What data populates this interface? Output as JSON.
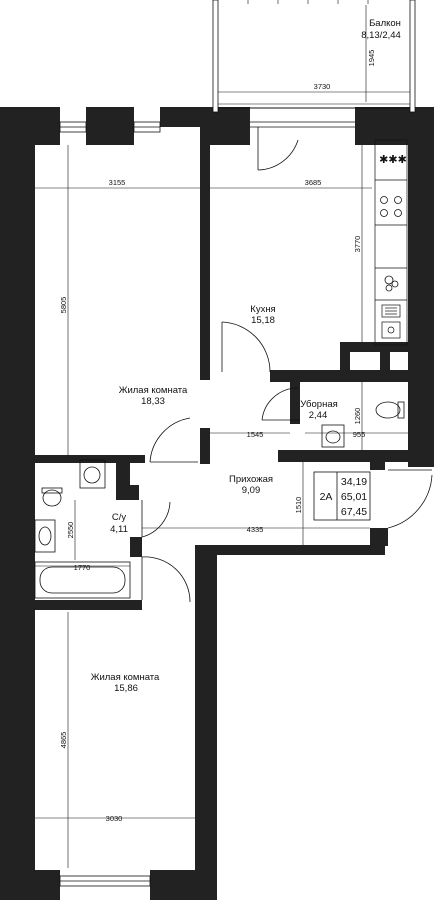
{
  "rooms": {
    "balcony": {
      "name": "Балкон",
      "area": "8,13/2,44"
    },
    "kitchen": {
      "name": "Кухня",
      "area": "15,18"
    },
    "living1": {
      "name": "Жилая комната",
      "area": "18,33"
    },
    "toilet": {
      "name": "Уборная",
      "area": "2,44"
    },
    "hall": {
      "name": "Прихожая",
      "area": "9,09"
    },
    "bath": {
      "name": "С/у",
      "area": "4,11"
    },
    "living2": {
      "name": "Жилая комната",
      "area": "15,86"
    }
  },
  "dimensions": {
    "balcony_depth": "1945",
    "balcony_width": "3730",
    "living1_width": "3155",
    "kitchen_width": "3685",
    "living1_length": "5805",
    "kitchen_length": "3770",
    "toilet_height": "1260",
    "hall_span": "1545",
    "toilet_width": "955",
    "hall_depth": "1510",
    "corridor_length": "4335",
    "bath_height": "2550",
    "tub_length": "1770",
    "living2_length": "4865",
    "living2_width": "3030"
  },
  "summary": {
    "type": "2А",
    "living_area": "34,19",
    "total_area": "65,01",
    "total_with_balcony": "67,45"
  },
  "colors": {
    "wall": "#222222",
    "line": "#111111",
    "background": "#ffffff"
  }
}
